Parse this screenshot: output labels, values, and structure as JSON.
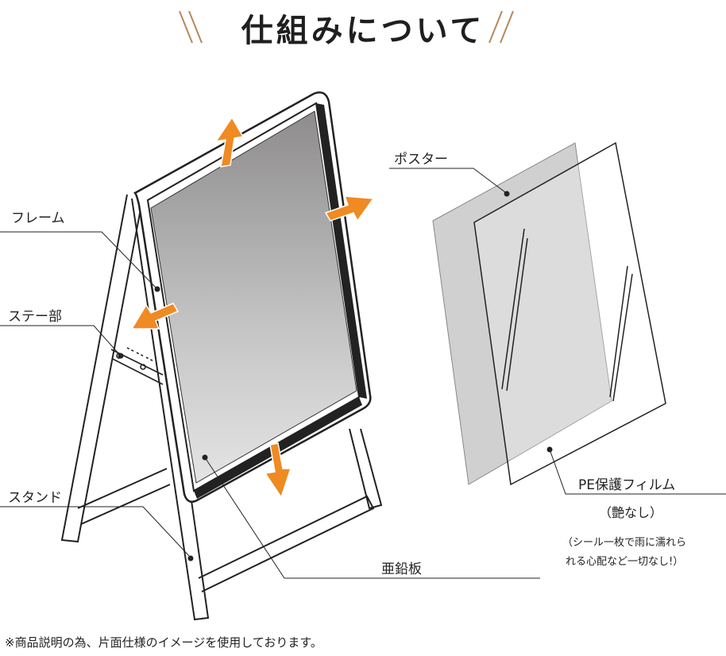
{
  "title": "仕組みについて",
  "colors": {
    "accent": "#f08a22",
    "deco": "#b58a5a",
    "frame": "#222222",
    "panel_top": "#8e8c8c",
    "panel_bottom": "#e2e2e2",
    "poster": "#c8c8c8"
  },
  "labels": {
    "frame": "フレーム",
    "stay": "ステー部",
    "stand": "スタンド",
    "zinc_plate": "亜鉛板",
    "poster": "ポスター",
    "pe_film": "PE保護フィルム",
    "pe_film_note": "（艶なし）",
    "note_line1": "（シール一枚で雨に濡れら",
    "note_line2": "れる心配など一切なし!）"
  },
  "footnote": "※商品説明の為、片面仕様のイメージを使用しております。"
}
